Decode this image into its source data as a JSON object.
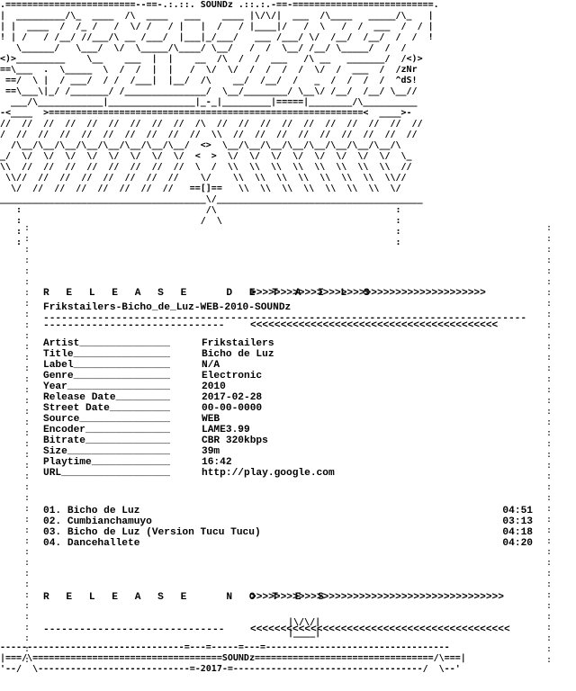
{
  "banner": {
    "group_name": "SOUNDz",
    "tag": "zNr dS!",
    "art": ".========================--==-.:.::. SOUNDz .::.:.-==-==========================.\n|  _________/\\_  ____  /\\  ____   ___    ____ |\\/\\/|  ___  /\\____   _____/\\_   |\n| |  ____  /  /_ /   /  \\/ /   / |   |  /   / |____|/   /  \\   /  /  ___  /  / |\n! | /   / /__/ //___/\\ __ /___/  |___|_/___/   ___ /___/ \\/  /__/  /__/  /  /  !\n   \\______/   \\___/  \\/  \\_____/\\____/ \\__/   /  /  \\__/ /__/ \\_____/  /  / \n<)>_________    \\__    ___  |  |    __  /\\  /  /  ___   /\\ __   _______/  /<)>\n==\\___  .  \\_____  \\  /  /  |  |   /  \\/  \\/  /  /  /  /  \\/  /  ___  /  /zNr\n ==/  \\ |  / ___/  / /  /___|  |__/  /\\    __/  /__/  /   _  /  /  /  /  ^dS!\n ==\\___\\|_/ /_______/ /_______________/  \\__/________/ \\__\\/ /__/  /__/ \\__//\n  ___/\\____________|________________|_-_|_________|=====|________/\\__________\n-<____  >==========================================================<  ____>-\n//  //  //  //  //  //  //  //  //  /\\  //  //  //  //  //  //  //  //  //  //\n/  //  //  //  //  //  //  //  //  //  \\\\  //  //  //  //  //  //  //  //  //  \n  /\\__/\\__/\\__/\\__/\\__/\\__/\\__/\\__/  <>  \\__/\\__/\\__/\\__/\\__/\\__/\\__/\\__/\\  \n_/  \\/  \\/  \\/  \\/  \\/  \\/  \\/  \\/  <  >  \\/  \\/  \\/  \\/  \\/  \\/  \\/  \\/  \\_\n\\\\  //  //  //  //  //  //  //  //  \\  /  \\\\  \\\\  \\\\  \\\\  \\\\  \\\\  \\\\  \\\\  //\n \\\\//  //  //  //  //  //  //  //    \\/    \\\\  \\\\  \\\\  \\\\  \\\\  \\\\  \\\\  \\\\//\n  \\/  //  //  //  //  //  //  //   ==[]==   \\\\  \\\\  \\\\  \\\\  \\\\  \\\\  \\\\  \\/\n______________________________________\\/______________________________________\n   :                                  /\\                                 :\n   :                                 /  \\                                :\n   :                                                                     :\n   :                                                                     :"
  },
  "release_details": {
    "heading": "R E L E A S E   D E T A I L S",
    "arrows_right": ">>>>>>>>>>>>>>>>>>>>>>>>>>>>>>>>>>>>>>>",
    "arrows_left": "<<<<<<<<<<<<<<<<<<<<<<<<<<<<<<<<<<<<<<<<<",
    "dash_rule": "------------------------------"
  },
  "release_name": "Frikstailers-Bicho_de_Luz-WEB-2010-SOUNDz",
  "long_rule": "--------------------------------------------------------------------------------",
  "details": [
    {
      "key": "Artist_______________",
      "value": "Frikstailers"
    },
    {
      "key": "Title________________",
      "value": "Bicho de Luz"
    },
    {
      "key": "Label________________",
      "value": "N/A"
    },
    {
      "key": "Genre________________",
      "value": "Electronic"
    },
    {
      "key": "Year_________________",
      "value": "2010"
    },
    {
      "key": "Release Date_________",
      "value": "2017-02-28"
    },
    {
      "key": "Street Date__________",
      "value": "00-00-0000"
    },
    {
      "key": "Source_______________",
      "value": "WEB"
    },
    {
      "key": "Encoder______________",
      "value": "LAME3.99"
    },
    {
      "key": "Bitrate______________",
      "value": "CBR 320kbps"
    },
    {
      "key": "Size_________________",
      "value": "39m"
    },
    {
      "key": "Playtime_____________",
      "value": "16:42"
    },
    {
      "key": "URL__________________",
      "value": "http://play.google.com"
    }
  ],
  "tracks": [
    {
      "title": "01. Bicho de Luz",
      "time": "04:51"
    },
    {
      "title": "02. Cumbianchamuyo",
      "time": "03:13"
    },
    {
      "title": "03. Bicho de Luz (Version Tucu Tucu)",
      "time": "04:18"
    },
    {
      "title": "04. Dancehallete",
      "time": "04:20"
    }
  ],
  "release_notes": {
    "heading": "R E L E A S E   N O T E S",
    "arrows_right": ">>>>>>>>>>>>>>>>>>>>>>>>>>>>>>>>>>>>>>>>>>",
    "arrows_left": "<<<<<<<<<<<<<<<<<<<<<<<<<<<<<<<<<<<<<<<<<<<",
    "dash_rule": "------------------------------"
  },
  "footer": {
    "crown": "|\\/\\/|\n|____|",
    "group_name": "SOUNDz",
    "year": "2017",
    "art": "----------------------------------=---=-----=---=----------------------------------\n|===/\\===================================SOUNDz=================================/\\===|\n'--/  \\----------------------------=-2017-=-----------------------------------/  \\--'"
  }
}
